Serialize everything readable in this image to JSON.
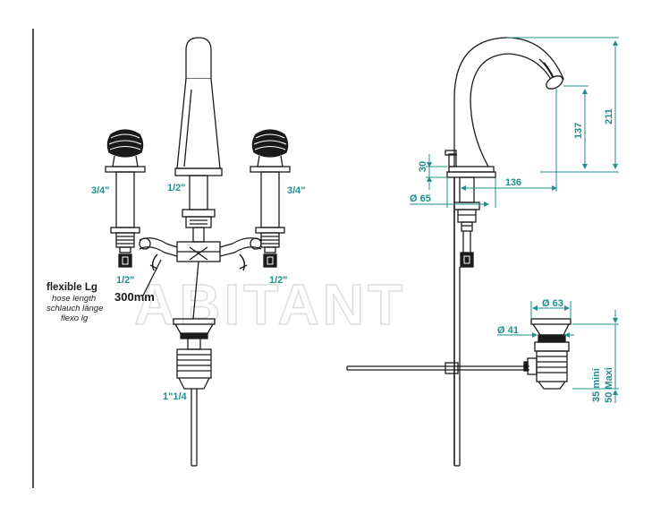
{
  "front_view": {
    "thread_left_top": "3/4\"",
    "thread_center_top": "1/2\"",
    "thread_right_top": "3/4\"",
    "thread_left_bottom": "1/2\"",
    "thread_right_bottom": "1/2\"",
    "hose_title": "flexible Lg",
    "hose_line1": "hose length",
    "hose_line2": "schlauch länge",
    "hose_line3": "flexo lg",
    "hose_value": "300mm",
    "waste_thread": "1\"1/4"
  },
  "side_view": {
    "dim_height": "211",
    "dim_spout_height": "137",
    "dim_base_height": "30",
    "dim_reach": "136",
    "dim_base_diameter": "Ø 65"
  },
  "waste_detail": {
    "dim_top_diameter": "Ø 63",
    "dim_inner_diameter": "Ø 41",
    "dim_range_min": "35  mini",
    "dim_range_max": "50 Maxi"
  },
  "watermark": "ABITANT",
  "colors": {
    "dimension": "#1f8f8f",
    "line": "#1a1a1a",
    "watermark": "#dedede"
  }
}
